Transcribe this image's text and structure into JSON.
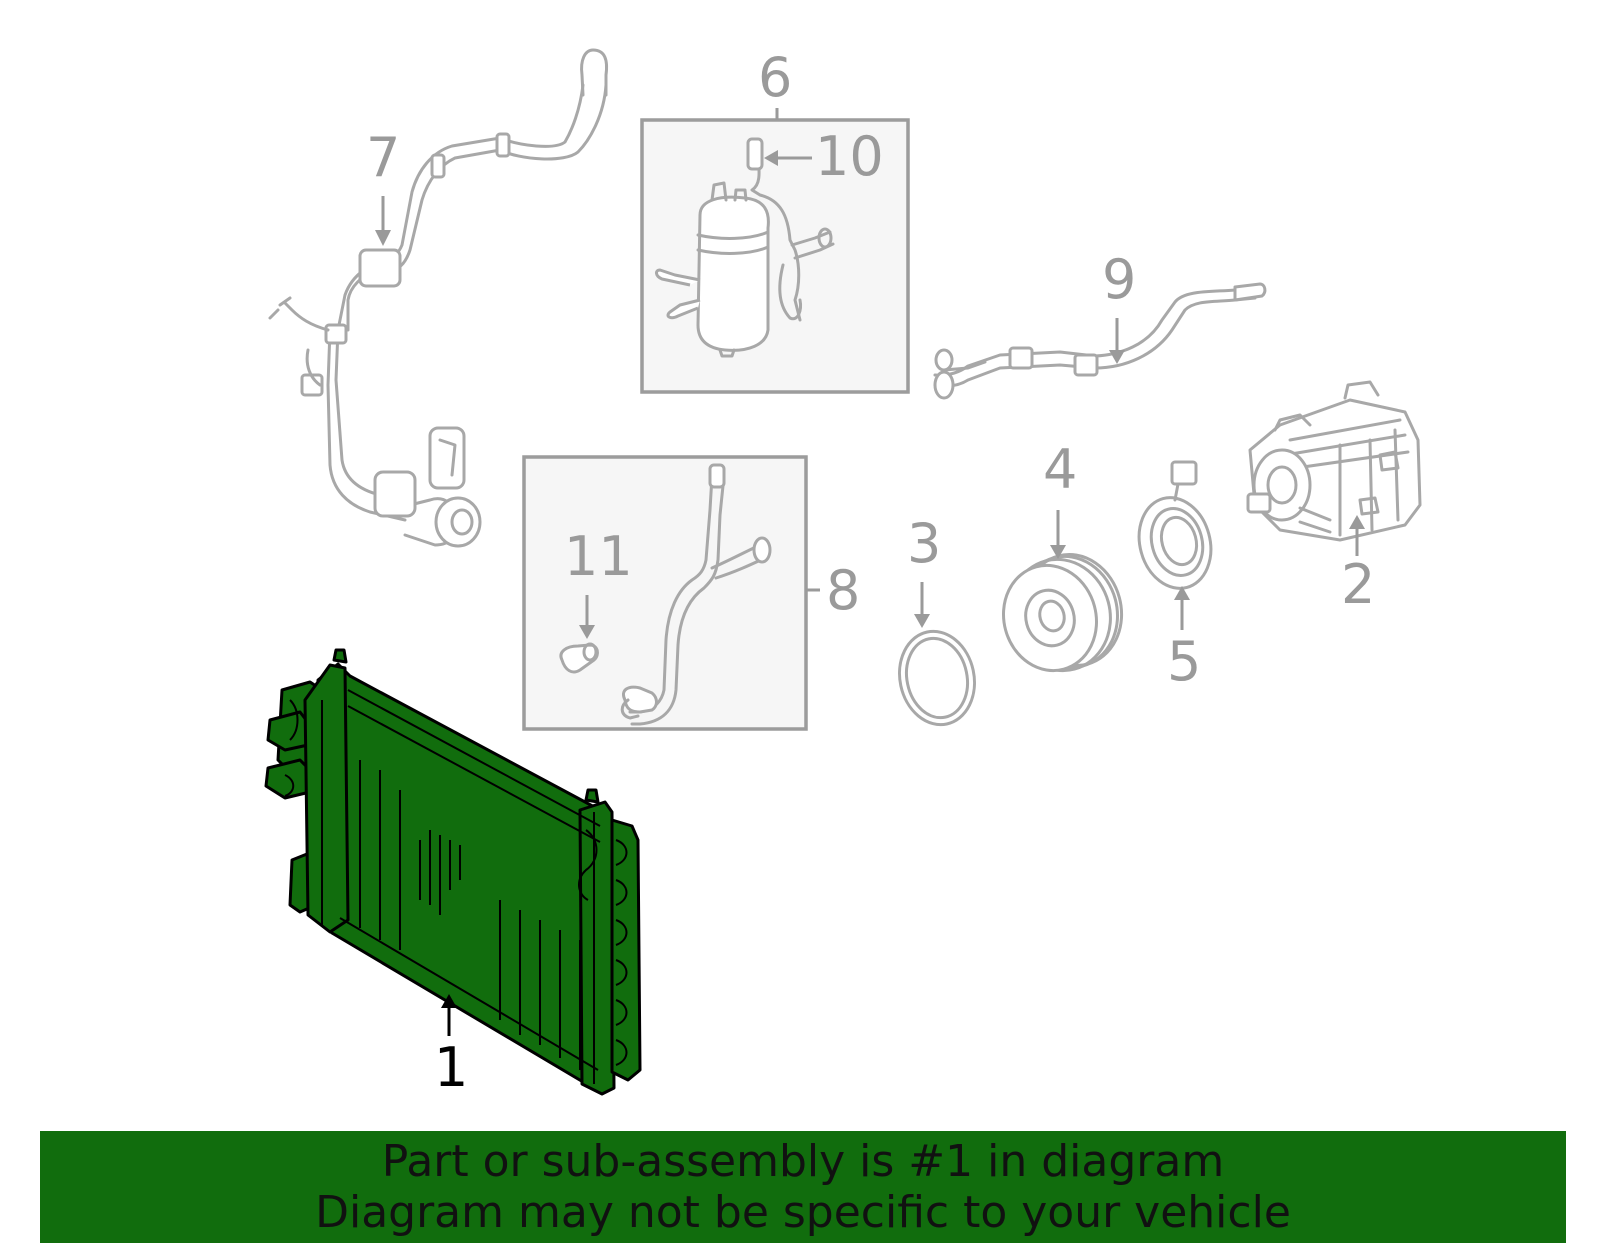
{
  "callouts": {
    "c1": "1",
    "c2": "2",
    "c3": "3",
    "c4": "4",
    "c5": "5",
    "c6": "6",
    "c7": "7",
    "c8": "8",
    "c9": "9",
    "c10": "10",
    "c11": "11"
  },
  "banner": {
    "line1": "Part or sub-assembly is #1 in diagram",
    "line2": "Diagram may not be specific to your vehicle"
  },
  "colors": {
    "highlight": "#116d0d",
    "banner": "#116d0d",
    "line_art": "#a8a8a8"
  },
  "highlighted_part": "1"
}
